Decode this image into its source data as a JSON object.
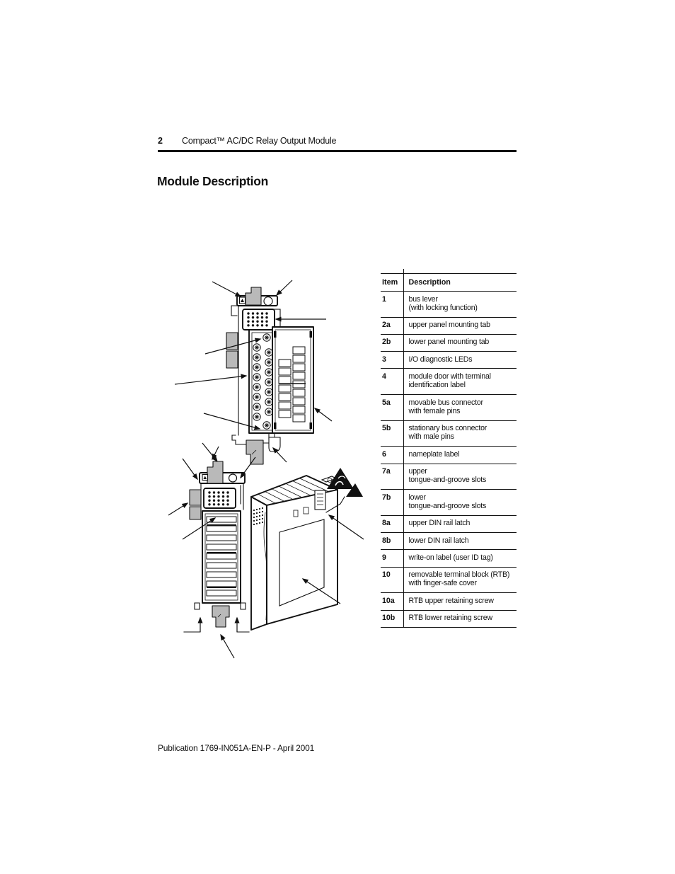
{
  "page_header": {
    "page_number": "2",
    "document_title": "Compact™ AC/DC Relay Output Module"
  },
  "section": {
    "title": "Module Description"
  },
  "parts_table": {
    "columns": [
      "Item",
      "Description"
    ],
    "rows": [
      [
        "1",
        "bus lever\n(with locking function)"
      ],
      [
        "2a",
        "upper panel mounting tab"
      ],
      [
        "2b",
        "lower panel mounting tab"
      ],
      [
        "3",
        "I/O diagnostic LEDs"
      ],
      [
        "4",
        "module door with terminal\nidentification label"
      ],
      [
        "5a",
        "movable bus connector\nwith female pins"
      ],
      [
        "5b",
        "stationary bus connector\nwith male pins"
      ],
      [
        "6",
        "nameplate label"
      ],
      [
        "7a",
        "upper\ntongue-and-groove slots"
      ],
      [
        "7b",
        "lower\ntongue-and-groove slots"
      ],
      [
        "8a",
        "upper DIN rail latch"
      ],
      [
        "8b",
        "lower DIN rail latch"
      ],
      [
        "9",
        "write-on label (user ID tag)"
      ],
      [
        "10",
        "removable terminal block (RTB)\nwith finger-safe cover"
      ],
      [
        "10a",
        "RTB upper retaining screw"
      ],
      [
        "10b",
        "RTB lower retaining screw"
      ]
    ]
  },
  "figure": {
    "views": [
      "module front view with open terminal door and removable terminal block",
      "module front view with closed door",
      "module three-quarter side view"
    ],
    "icons": {
      "esd_warning": "esd-warning-triangle"
    }
  },
  "footer": {
    "text": "Publication 1769-IN051A-EN-P - April 2001"
  },
  "colors": {
    "ink": "#111111",
    "fill_gray": "#b9b9b9",
    "paper": "#ffffff"
  }
}
